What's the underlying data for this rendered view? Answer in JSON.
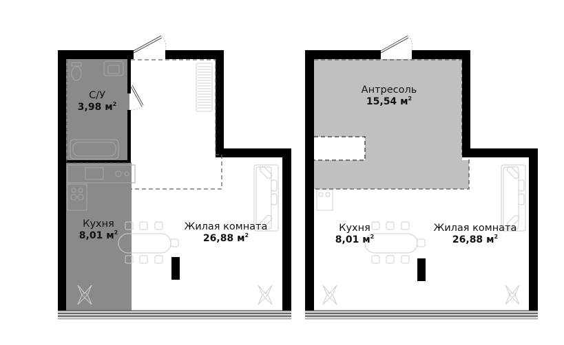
{
  "colors": {
    "wall": "#000000",
    "bathroom_fill": "#8a8a8a",
    "kitchen_fill": "#8a8a8a",
    "mezzanine_fill": "#c0c0c0",
    "furniture_stroke": "#cfcfcf",
    "dashed": "#666666",
    "background": "#ffffff"
  },
  "plans": [
    {
      "name": "lower-level",
      "rooms": [
        {
          "id": "bathroom",
          "name": "С/У",
          "area": "3,98",
          "unit": "м",
          "sup": "2"
        },
        {
          "id": "kitchen",
          "name": "Кухня",
          "area": "8,01",
          "unit": "м",
          "sup": "2"
        },
        {
          "id": "living",
          "name": "Жилая комната",
          "area": "26,88",
          "unit": "м",
          "sup": "2"
        }
      ]
    },
    {
      "name": "upper-level",
      "rooms": [
        {
          "id": "mezzanine",
          "name": "Антресоль",
          "area": "15,54",
          "unit": "м",
          "sup": "2"
        },
        {
          "id": "kitchen",
          "name": "Кухня",
          "area": "8,01",
          "unit": "м",
          "sup": "2"
        },
        {
          "id": "living",
          "name": "Жилая комната",
          "area": "26,88",
          "unit": "м",
          "sup": "2"
        }
      ]
    }
  ]
}
